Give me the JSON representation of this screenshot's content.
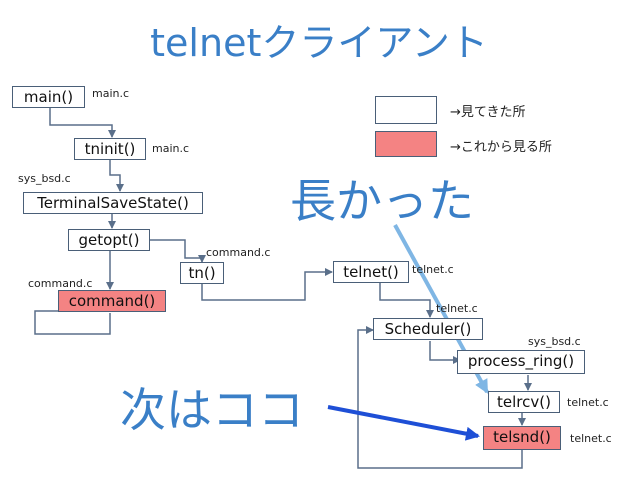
{
  "title": "telnetクライアント",
  "nodes": {
    "main": "main()",
    "tninit": "tninit()",
    "terminal_save_state": "TerminalSaveState()",
    "getopt": "getopt()",
    "command": "command()",
    "tn": "tn()",
    "telnet": "telnet()",
    "scheduler": "Scheduler()",
    "process_ring": "process_ring()",
    "telrcv": "telrcv()",
    "telsnd": "telsnd()"
  },
  "file_labels": {
    "main": "main.c",
    "tninit": "main.c",
    "terminal_save_state": "sys_bsd.c",
    "tn": "command.c",
    "command": "command.c",
    "telnet": "telnet.c",
    "scheduler": "telnet.c",
    "process_ring": "sys_bsd.c",
    "telrcv": "telnet.c",
    "telsnd": "telnet.c"
  },
  "legend": {
    "seen": "→見てきた所",
    "upcoming": "→これから見る所"
  },
  "annotations": {
    "long": "長かった",
    "next": "次はココ"
  },
  "colors": {
    "title": "#3a7fc7",
    "upcoming_fill": "#f48383",
    "connector": "#5a6f8a",
    "annotation_arrow": "#1e4fd6"
  }
}
